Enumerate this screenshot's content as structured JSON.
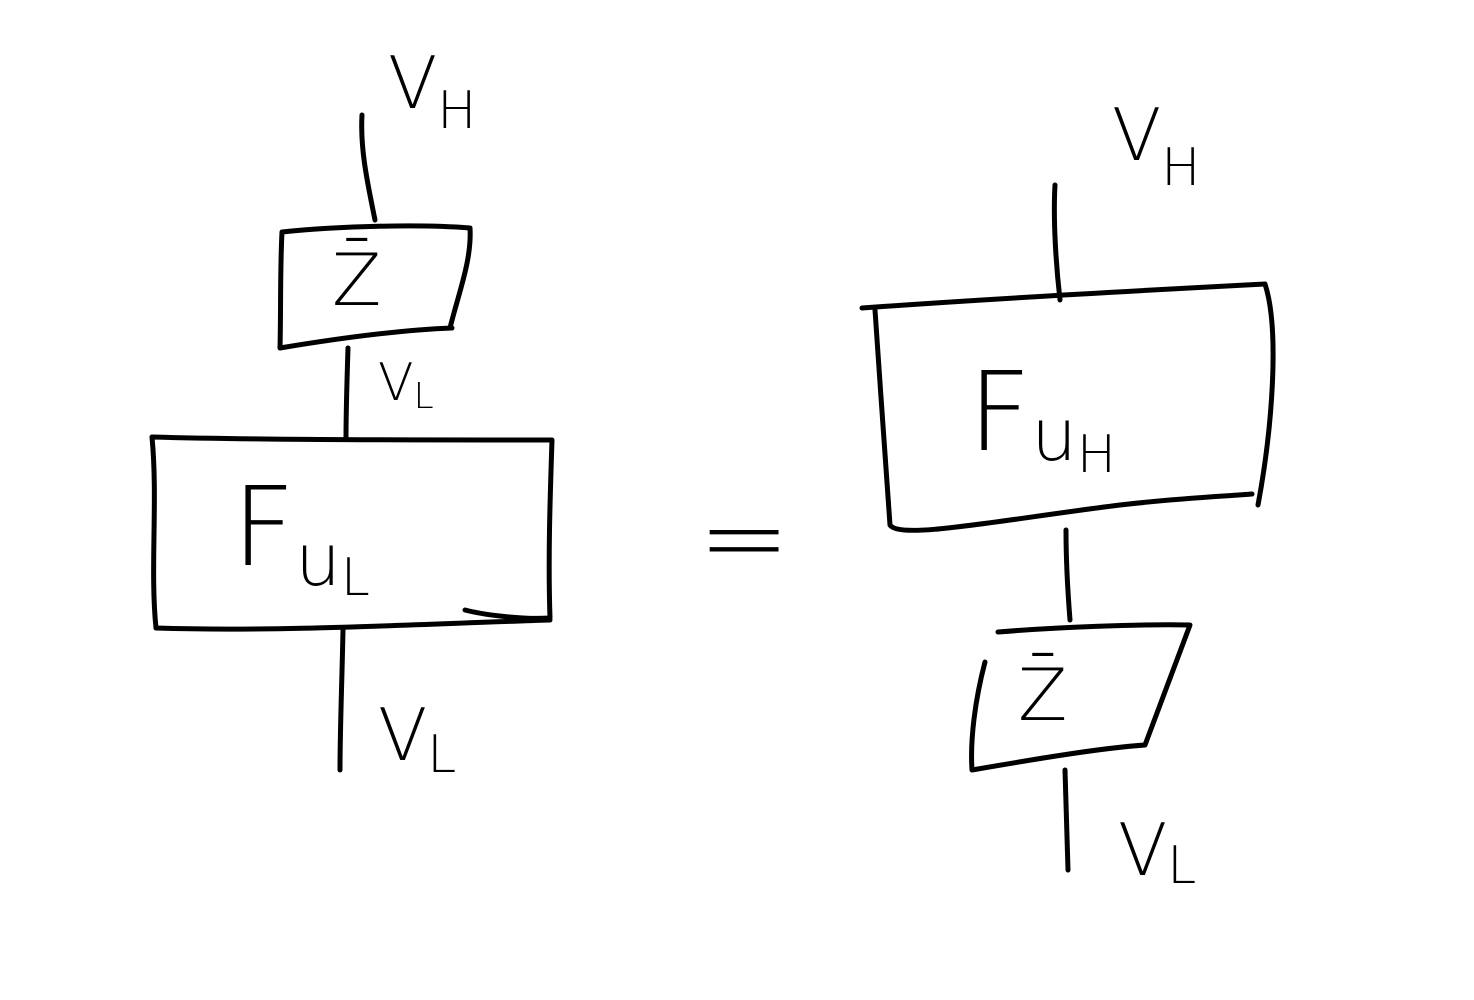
{
  "diagram": {
    "left": {
      "top_wire_label": {
        "main": "V",
        "sub": "H"
      },
      "small_box_label": "Z̄",
      "middle_wire_label": {
        "main": "V",
        "sub": "L"
      },
      "big_box_label": {
        "main": "F",
        "sub": "u",
        "subsub": "L"
      },
      "bottom_wire_label": {
        "main": "V",
        "sub": "L"
      }
    },
    "equals": "=",
    "right": {
      "top_wire_label": {
        "main": "V",
        "sub": "H"
      },
      "big_box_label": {
        "main": "F",
        "sub": "u",
        "subsub": "H"
      },
      "small_box_label": "Z̄",
      "bottom_wire_label": {
        "main": "V",
        "sub": "L"
      }
    },
    "ink_color": "#000000",
    "background": "#ffffff"
  }
}
